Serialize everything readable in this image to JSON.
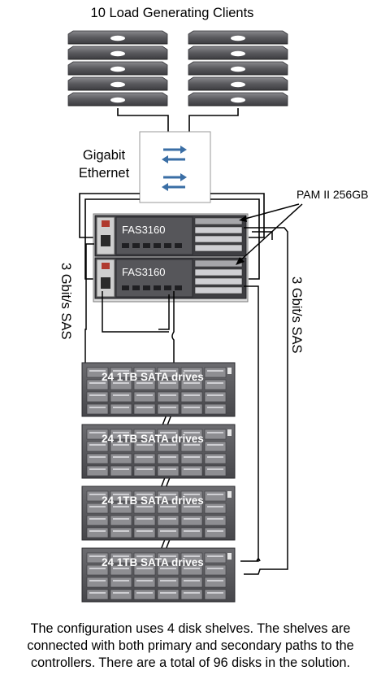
{
  "diagram": {
    "title": "10 Load Generating Clients",
    "switch_label_line1": "Gigabit",
    "switch_label_line2": "Ethernet",
    "pam_label": "PAM II 256GB",
    "left_link_label": "3 Gbit/s SAS",
    "right_link_label": "3 Gbit/s SAS",
    "controllers": [
      "FAS3160",
      "FAS3160"
    ],
    "shelves": [
      "24 1TB SATA drives",
      "24 1TB SATA drives",
      "24 1TB SATA drives",
      "24 1TB SATA drives"
    ],
    "caption": "The configuration uses 4 disk shelves. The shelves are connected with both primary and secondary paths to the controllers. There are a total of 96 disks in the solution.",
    "colors": {
      "server": "#5a5a5e",
      "controller": "#4a4a4e",
      "shelf": "#5c5c60",
      "switch_arrow": "#3a6ea5",
      "line": "#000000"
    }
  }
}
